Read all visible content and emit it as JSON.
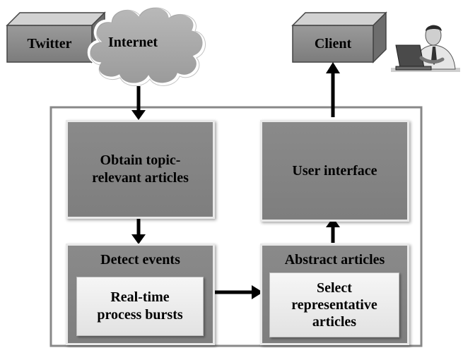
{
  "nodes": {
    "twitter": "Twitter",
    "internet": "Internet",
    "client": "Client",
    "obtain_articles": "Obtain topic-\nrelevant articles",
    "user_interface": "User interface",
    "detect_events": "Detect events",
    "realtime_bursts": "Real-time\nprocess bursts",
    "abstract_articles": "Abstract articles",
    "select_representative": "Select\nrepresentative\narticles"
  },
  "colors": {
    "box_dark": "#828282",
    "box_light": "#eeeeee",
    "cloud": "#a9a9a9",
    "arrow": "#000000"
  },
  "icons": {
    "client_user": "person-at-laptop-icon",
    "internet": "cloud-icon"
  }
}
